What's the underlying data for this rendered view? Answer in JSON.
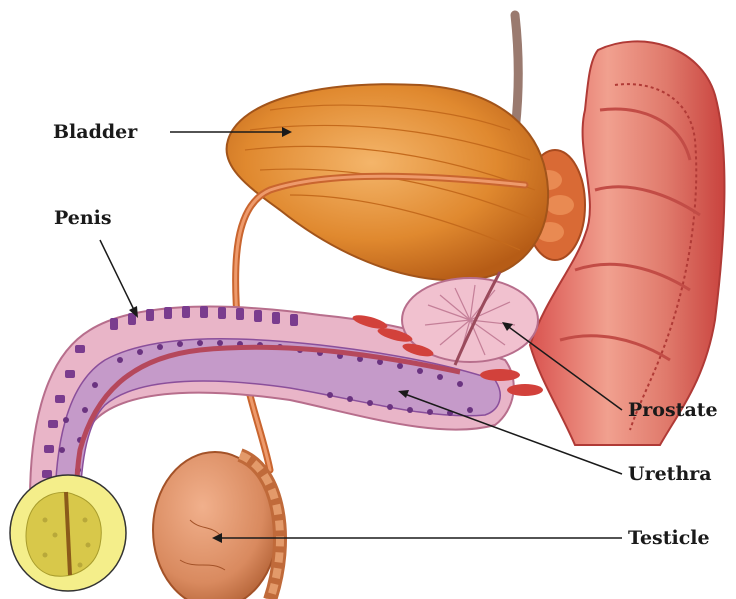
{
  "labels": {
    "bladder": "Bladder",
    "penis": "Penis",
    "prostate": "Prostate",
    "urethra": "Urethra",
    "testicle": "Testicle"
  },
  "colors": {
    "bladder": "#e0892f",
    "bladder_shade": "#c46a1c",
    "rectum": "#d9534f",
    "rectum_light": "#f1a08f",
    "penis_skin": "#e9b5c8",
    "spongy_tissue": "#8a4f9b",
    "urethra": "#d27440",
    "testicle": "#d98a5f",
    "glans_highlight": "#f4ee8a",
    "label_text": "#1a1a1a"
  }
}
